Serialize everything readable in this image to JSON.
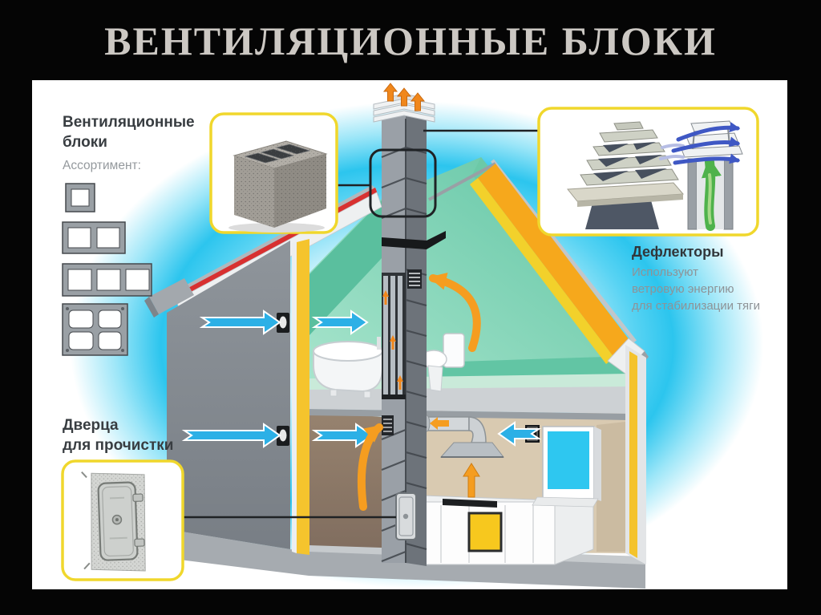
{
  "title": "ВЕНТИЛЯЦИОННЫЕ БЛОКИ",
  "left_panel": {
    "heading_line1": "Вентиляционные",
    "heading_line2": "блоки",
    "subheading": "Ассортимент:"
  },
  "door_callout": {
    "label_line1": "Дверца",
    "label_line2": "для прочистки"
  },
  "deflector_callout": {
    "heading": "Дефлекторы",
    "line1": "Используют",
    "line2": "ветровую энергию",
    "line3": "для стабилизации тяги"
  },
  "colors": {
    "callout_border_yellow": "#f0d72c",
    "airflow_orange": "#f59d20",
    "airflow_blue": "#2cb0e6",
    "deflector_wind_blue": "#3f58c4",
    "draft_green": "#4fb24c",
    "glow_cyan": "#2cc5ee",
    "roof_orange": "#f6a81c",
    "roof_edge_red": "#d83030",
    "insulation_yellow": "#f5c42d",
    "attic_teal": "#7fd2b5",
    "kitchen_tan": "#d9cab1",
    "duct_gray": "#9aa0a7"
  },
  "icons": {
    "airflow_up": "orange-up-arrow",
    "fresh_air_in": "blue-right-arrow",
    "window_vent_in": "blue-left-arrow",
    "wind_through_deflector": "blue-curved-arrow",
    "stabilized_draft": "green-up-arrow"
  }
}
